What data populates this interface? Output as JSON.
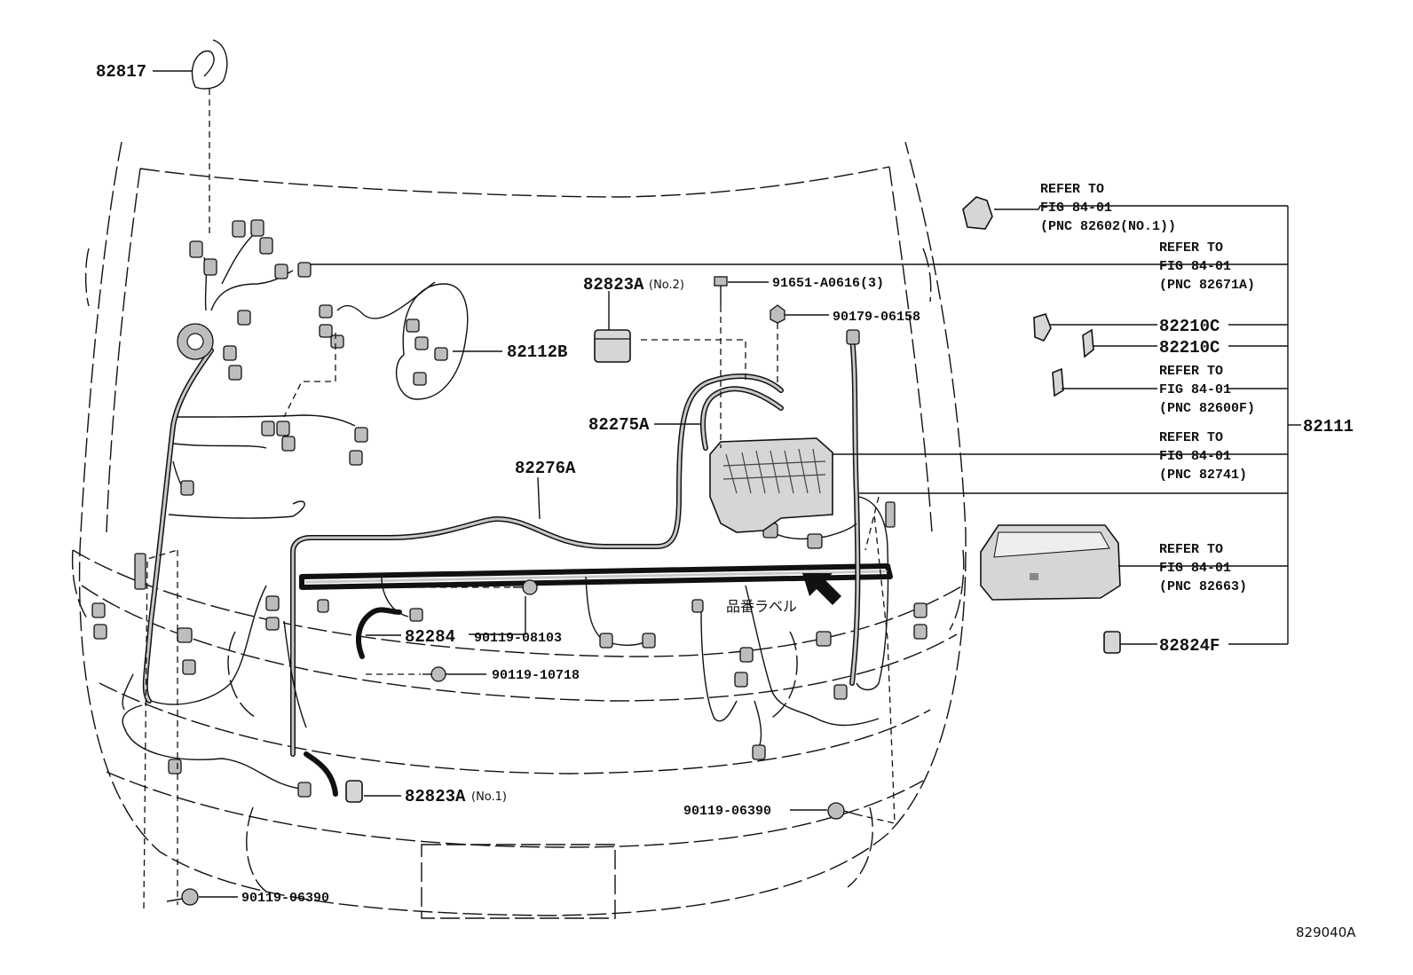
{
  "diagram": {
    "figure_code": "829040A",
    "japanese_label": "品番ラベル",
    "parts": {
      "p82817": "82817",
      "p82823a_no2": "82823A",
      "p82823a_no2_sub": "(No.2)",
      "p91651": "91651-A0616(3)",
      "p90179": "90179-06158",
      "p82112b": "82112B",
      "p82275a": "82275A",
      "p82276a": "82276A",
      "p82284": "82284",
      "p90119_08103": "90119-08103",
      "p90119_10718": "90119-10718",
      "p82823a_no1": "82823A",
      "p82823a_no1_sub": "(No.1)",
      "p90119_06390_a": "90119-06390",
      "p90119_06390_b": "90119-06390",
      "p82210c_a": "82210C",
      "p82210c_b": "82210C",
      "p82111": "82111",
      "p82824f": "82824F"
    },
    "refs": [
      {
        "line1": "REFER TO",
        "line2": "FIG 84-01",
        "line3": "(PNC 82602(NO.1))"
      },
      {
        "line1": "REFER TO",
        "line2": "FIG 84-01",
        "line3": "(PNC 82671A)"
      },
      {
        "line1": "REFER TO",
        "line2": "FIG 84-01",
        "line3": "(PNC 82600F)"
      },
      {
        "line1": "REFER TO",
        "line2": "FIG 84-01",
        "line3": "(PNC 82741)"
      },
      {
        "line1": "REFER TO",
        "line2": "FIG 84-01",
        "line3": "(PNC 82663)"
      }
    ]
  }
}
